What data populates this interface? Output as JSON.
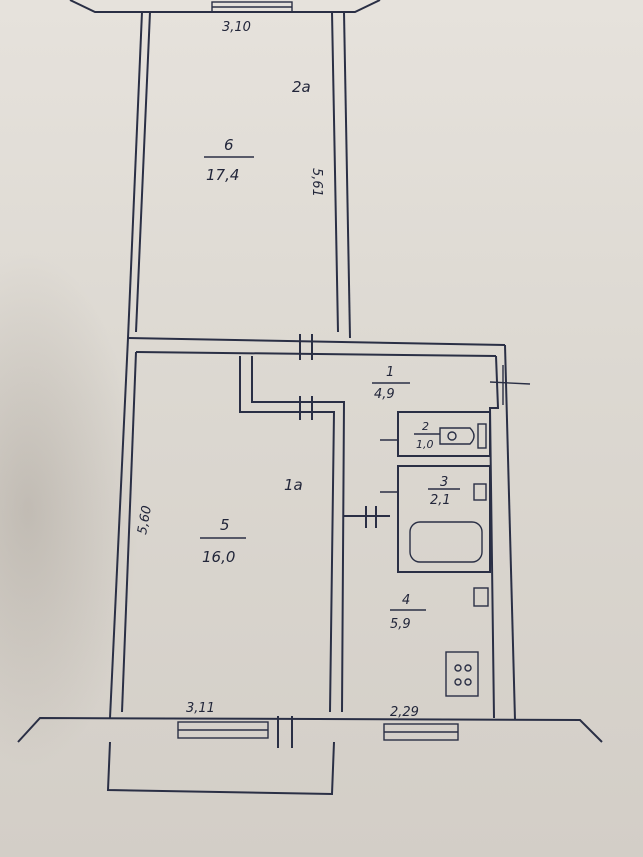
{
  "dimensions": {
    "top_width": "3,10",
    "loggia_length": "5,61",
    "room_length": "5,60",
    "room_width": "3,11",
    "kitchen_width": "2,29"
  },
  "zones": {
    "loggia": "2a",
    "main": "1a"
  },
  "rooms": [
    {
      "number": "6",
      "area": "17,4"
    },
    {
      "number": "1",
      "area": "4,9"
    },
    {
      "number": "2",
      "area": "1,0"
    },
    {
      "number": "3",
      "area": "2,1"
    },
    {
      "number": "5",
      "area": "16,0"
    },
    {
      "number": "4",
      "area": "5,9"
    }
  ]
}
